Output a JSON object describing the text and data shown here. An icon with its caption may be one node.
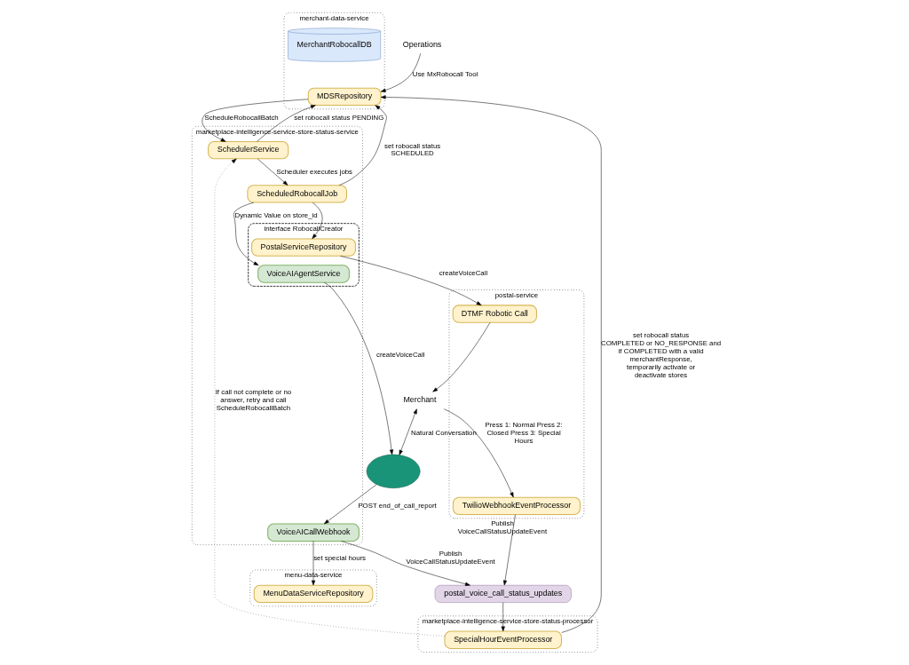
{
  "diagram": {
    "nodes": [
      {
        "text": [
          "merchant-data-service"
        ]
      },
      {
        "text": [
          "MerchantRobocallDB"
        ],
        "in": 0
      },
      {
        "text": [
          "MDSRepository"
        ],
        "in": 0
      },
      {
        "text": [
          "Operations"
        ]
      },
      {
        "text": [
          "marketplace-intelligence-service-store-status-service"
        ]
      },
      {
        "text": [
          "SchedulerService"
        ],
        "in": 4
      },
      {
        "text": [
          "ScheduledRobocallJob"
        ],
        "in": 4
      },
      {
        "text": [
          "VoiceAICallWebhook"
        ],
        "in": 4
      },
      {
        "text": [
          "interface RobocallCreator"
        ],
        "in": 4
      },
      {
        "text": [
          "VoiceAIAgentService"
        ],
        "in": 8
      },
      {
        "text": [
          "PostalServiceRepository"
        ],
        "in": 8
      },
      {
        "text": [
          "menu-data-service"
        ]
      },
      {
        "text": [
          "MenuDataServiceRepository"
        ],
        "in": 11
      },
      {
        "text": [],
        "shape": "ellipse"
      },
      {
        "text": [
          "marketplace-intelligence-service-store-status-processor"
        ]
      },
      {
        "text": [
          "SpecialHourEventProcessor"
        ],
        "in": 14
      },
      {
        "text": [
          "Merchant"
        ]
      },
      {
        "text": [
          "postal-service"
        ]
      },
      {
        "text": [
          "DTMF Robotic Call"
        ],
        "in": 17
      },
      {
        "text": [
          "TwilioWebhookEventProcessor"
        ],
        "in": 17
      },
      {
        "text": [
          "postal_voice_call_status_updates"
        ]
      }
    ],
    "edges": [
      {
        "from": 3,
        "to": 2,
        "arrow": "to",
        "label": "Use MxRobocall Tool"
      },
      {
        "from": 6,
        "to": 2,
        "arrow": "to",
        "label": "set robocall status SCHEDULED"
      },
      {
        "from": 2,
        "to": 5,
        "arrow": "to",
        "label": "ScheduleRobocallBatch"
      },
      {
        "from": 5,
        "to": 2,
        "arrow": "to",
        "label": "set robocall status PENDING"
      },
      {
        "from": 5,
        "to": 6,
        "arrow": "to",
        "label": "Scheduler executes jobs"
      },
      {
        "from": 6,
        "to": 9,
        "arrow": "to",
        "label": "Dynamic Value on store_id"
      },
      {
        "from": 6,
        "to": 10,
        "arrow": "to"
      },
      {
        "from": 7,
        "to": 12,
        "arrow": "to",
        "label": "set special hours"
      },
      {
        "from": 15,
        "to": 2,
        "arrow": "to",
        "label": "set robocall status COMPLETED or NO_RESPONSE and if COMPLETED with a valid merchantResponse, temporarily activate or deactivate stores"
      },
      {
        "from": 15,
        "to": 5,
        "arrow": "to",
        "style": "dashed",
        "label": "If call not complete or no answer, retry and call ScheduleRobocallBatch"
      },
      {
        "from": 9,
        "to": 13,
        "arrow": "to",
        "label": "createVoiceCall"
      },
      {
        "from": 13,
        "to": 7,
        "arrow": "to",
        "label": "POST end_of_call_report"
      },
      {
        "from": 16,
        "to": 13,
        "arrow": "both",
        "label": "Natural Conversation"
      },
      {
        "from": 10,
        "to": 18,
        "arrow": "to",
        "label": "createVoiceCall"
      },
      {
        "from": 18,
        "to": 16,
        "arrow": "to"
      },
      {
        "from": 16,
        "to": 19,
        "arrow": "to",
        "label": "Press 1: Normal Press 2: Closed Press 3: Special Hours"
      },
      {
        "from": 7,
        "to": 20,
        "arrow": "to",
        "label": "Publish VoiceCallStatusUpdateEvent"
      },
      {
        "from": 19,
        "to": 20,
        "arrow": "to",
        "label": "Publish VoiceCallStatusUpdateEvent"
      },
      {
        "from": 20,
        "to": 15,
        "arrow": "to"
      }
    ]
  }
}
